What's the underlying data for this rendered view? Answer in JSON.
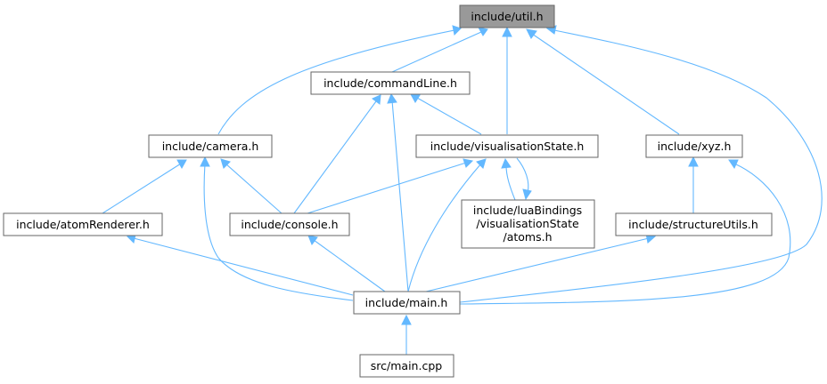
{
  "graph": {
    "nodes": {
      "util": {
        "label": "include/util.h"
      },
      "cmdline": {
        "label": "include/commandLine.h"
      },
      "camera": {
        "label": "include/camera.h"
      },
      "visstate": {
        "label": "include/visualisationState.h"
      },
      "xyz": {
        "label": "include/xyz.h"
      },
      "atomrend": {
        "label": "include/atomRenderer.h"
      },
      "console": {
        "label": "include/console.h"
      },
      "luaatoms": {
        "lines": [
          "include/luaBindings",
          "/visualisationState",
          "/atoms.h"
        ]
      },
      "structutils": {
        "label": "include/structureUtils.h"
      },
      "main": {
        "label": "include/main.h"
      },
      "maincpp": {
        "label": "src/main.cpp"
      }
    },
    "colors": {
      "edge": "#63b8ff",
      "node_border": "#666666",
      "root_fill": "#999999",
      "node_fill": "#ffffff"
    }
  }
}
